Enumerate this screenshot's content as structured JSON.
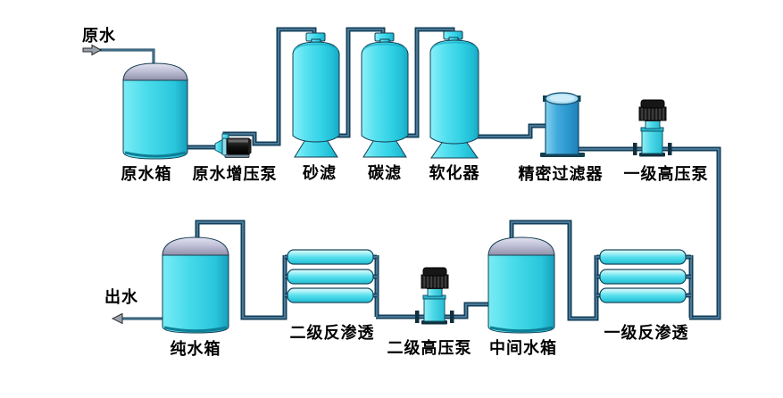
{
  "diagram": {
    "type": "process-flow",
    "system": "reverse-osmosis-water-treatment",
    "flow_labels": {
      "inlet": "原水",
      "outlet": "出水"
    },
    "components": [
      {
        "id": "raw-water-tank",
        "label": "原水箱"
      },
      {
        "id": "booster-pump",
        "label": "原水增压泵"
      },
      {
        "id": "sand-filter",
        "label": "砂滤"
      },
      {
        "id": "carbon-filter",
        "label": "碳滤"
      },
      {
        "id": "softener",
        "label": "软化器"
      },
      {
        "id": "precision-filter",
        "label": "精密过滤器"
      },
      {
        "id": "stage1-hp-pump",
        "label": "一级高压泵"
      },
      {
        "id": "stage1-ro",
        "label": "一级反渗透"
      },
      {
        "id": "intermediate-tank",
        "label": "中间水箱"
      },
      {
        "id": "stage2-hp-pump",
        "label": "二级高压泵"
      },
      {
        "id": "stage2-ro",
        "label": "二级反渗透"
      },
      {
        "id": "pure-water-tank",
        "label": "纯水箱"
      }
    ],
    "colors": {
      "pipe_dark": "#123f58",
      "pipe_core": "#527f9e",
      "vessel_cyan": "#3ed4e8",
      "tank_dome_gray": "#b8b8cf",
      "precision_filter_blue": "#2b96cc",
      "motor_black": "#151515",
      "label_text": "#000000",
      "background": "#ffffff"
    }
  }
}
